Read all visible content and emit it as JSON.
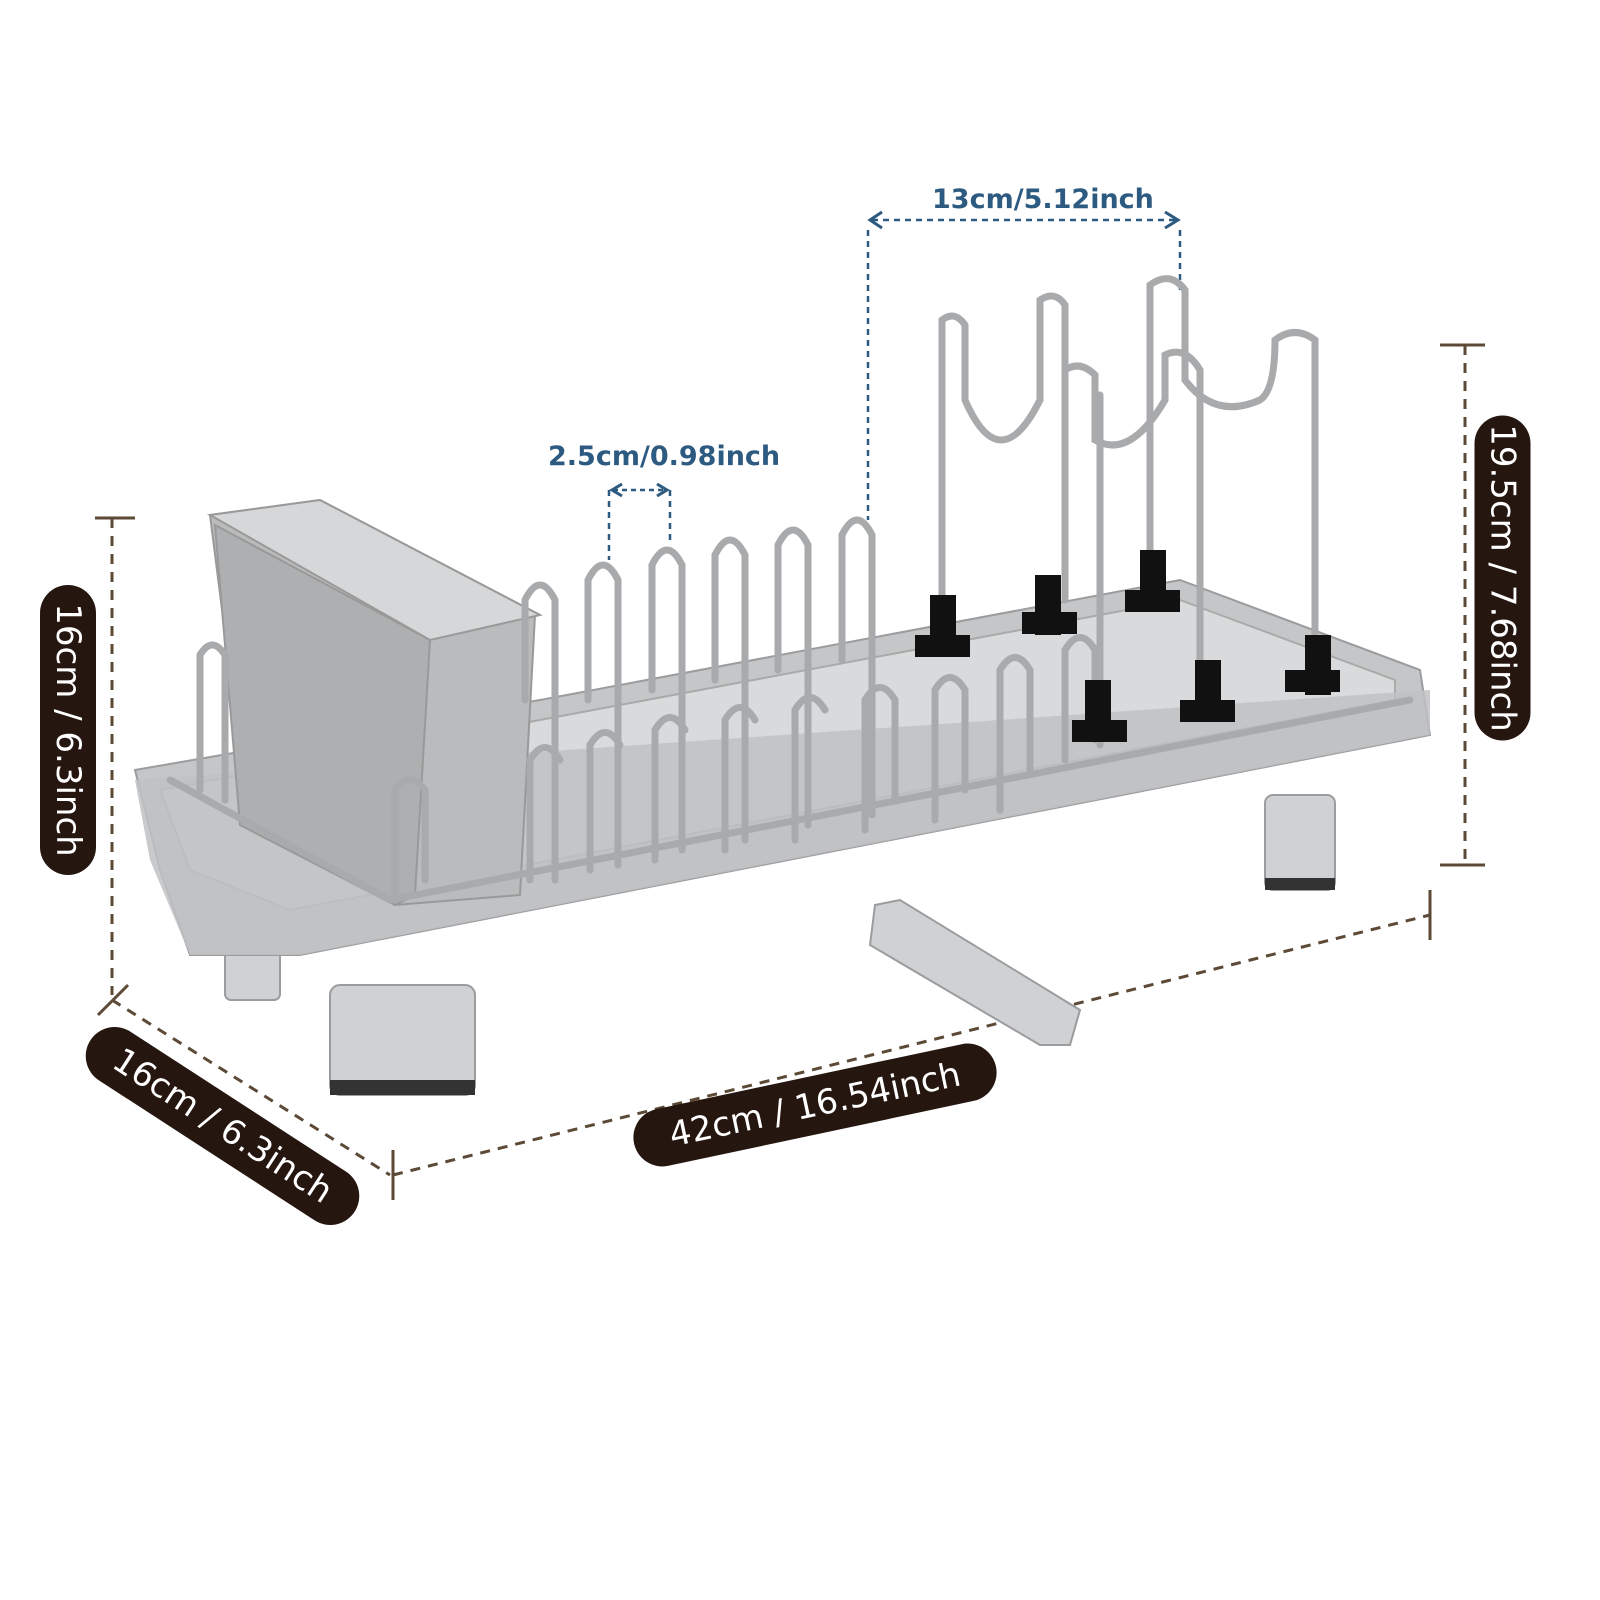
{
  "dimensions": {
    "pot_lid_spacing": "13cm/5.12inch",
    "plate_slot_spacing": "2.5cm/0.98inch",
    "total_height": "19.5cm / 7.68inch",
    "base_height": "16cm / 6.3inch",
    "depth": "16cm / 6.3inch",
    "length": "42cm / 16.54inch"
  },
  "colors": {
    "pill": "#261610",
    "label_blue": "#2d5a80",
    "dash": "#5c4a36",
    "product_gray": "#b4b6b8"
  }
}
